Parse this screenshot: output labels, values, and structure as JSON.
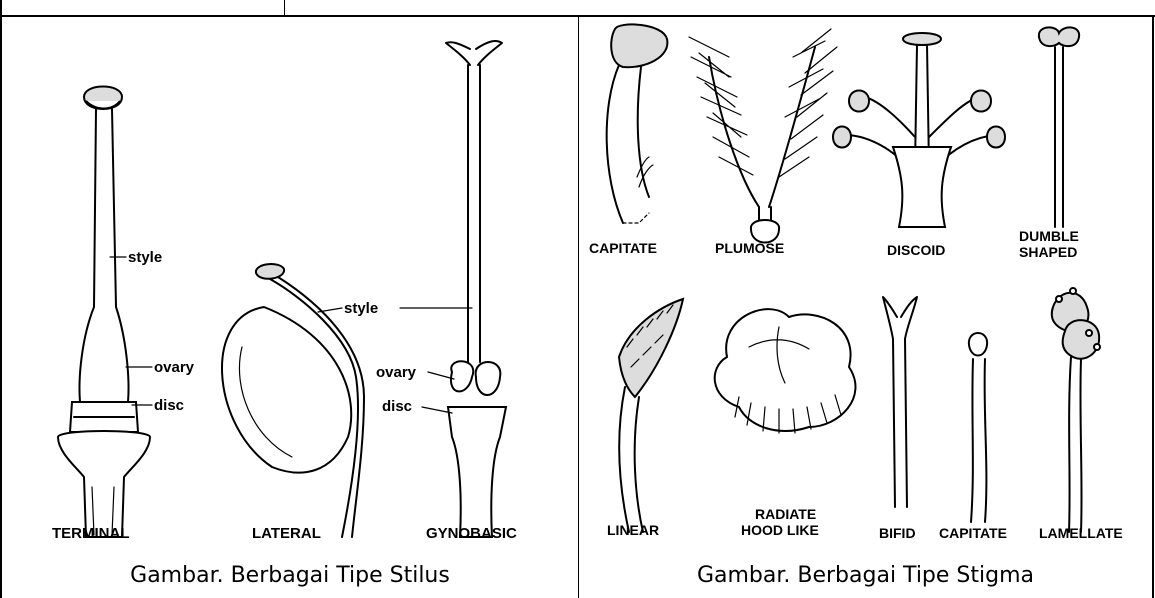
{
  "stilus": {
    "labels": {
      "style": "style",
      "ovary": "ovary",
      "disc": "disc",
      "style2": "style",
      "ovary2": "ovary",
      "disc2": "disc",
      "terminal": "TERMINAL",
      "lateral": "LATERAL",
      "gynobasic": "GYNOBASIC"
    },
    "caption": "Gambar. Berbagai Tipe Stilus"
  },
  "stigma": {
    "labels": {
      "capitate": "CAPITATE",
      "plumose": "PLUMOSE",
      "discoid": "DISCOID",
      "dumble1": "DUMBLE",
      "dumble2": "SHAPED",
      "linear": "LINEAR",
      "radiate1": "RADIATE",
      "radiate2": "HOOD LIKE",
      "bifid": "BIFID",
      "capitate2": "CAPITATE",
      "lamellate": "LAMELLATE"
    },
    "caption": "Gambar. Berbagai Tipe Stigma"
  }
}
